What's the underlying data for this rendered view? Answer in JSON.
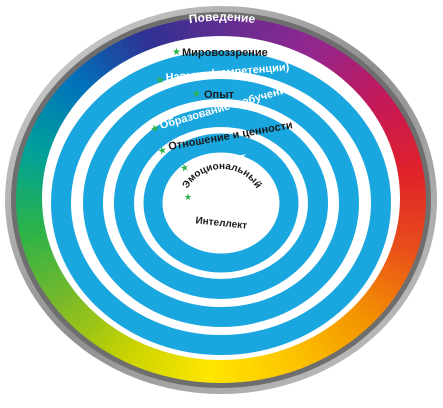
{
  "diagram": {
    "outer_label": "Поведение",
    "ring_labels": [
      "Мировоззрение",
      "Навыки (компетенции)",
      "Опыт",
      "Образование и обучение",
      "Отношение и ценности",
      "Интеллект"
    ],
    "center_label_top": "Эмоциональный",
    "center_label_bottom": "Интеллект",
    "star_icon": "star-icon",
    "colors": {
      "blue": "#1aa7df",
      "white": "#ffffff",
      "star": "#2bb34a",
      "frame_gray": "#9a9a9a",
      "text_dark": "#1a1a1a",
      "spectrum": [
        "#e0212b",
        "#e94e1b",
        "#f39200",
        "#fdc300",
        "#ffe600",
        "#c9d300",
        "#7ab929",
        "#2bb34a",
        "#00a19a",
        "#0072bc",
        "#2e3192",
        "#662d91",
        "#92278f",
        "#c2185b",
        "#e0212b"
      ]
    }
  }
}
